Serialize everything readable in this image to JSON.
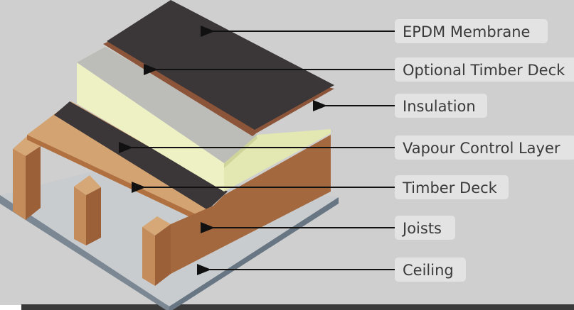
{
  "diagram": {
    "labels": [
      {
        "id": "epdm",
        "text": "EPDM Membrane"
      },
      {
        "id": "optional-deck",
        "text": "Optional Timber Deck"
      },
      {
        "id": "insulation",
        "text": "Insulation"
      },
      {
        "id": "vcl",
        "text": "Vapour Control Layer"
      },
      {
        "id": "timber-deck",
        "text": "Timber Deck"
      },
      {
        "id": "joists",
        "text": "Joists"
      },
      {
        "id": "ceiling",
        "text": "Ceiling"
      }
    ],
    "colors": {
      "background": "#cfcfcf",
      "label_box": "#e3e3e3",
      "membrane": "#3b3637",
      "timber": "#b4774b",
      "timber_light": "#d3a472",
      "insulation": "#eef1c4",
      "ceiling": "#c9ccce",
      "arrow": "#111111"
    }
  }
}
